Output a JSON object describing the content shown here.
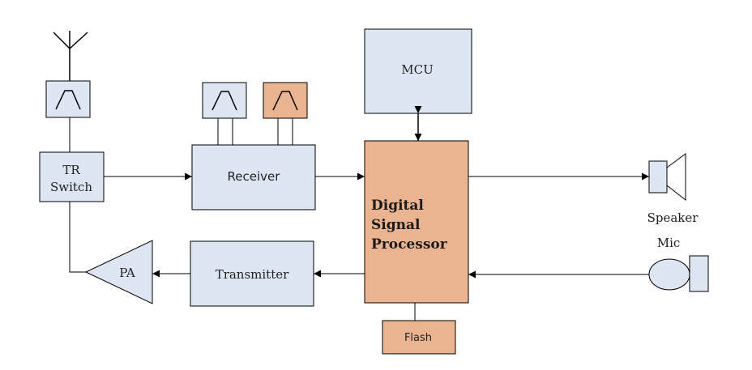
{
  "blocks": {
    "tr_switch": {
      "line1": "TR",
      "line2": "Switch"
    },
    "receiver": "Receiver",
    "transmitter": "Transmitter",
    "pa": "PA",
    "mcu": "MCU",
    "dsp": {
      "line1": "Digital",
      "line2": "Signal",
      "line3": "Processor"
    },
    "flash": "Flash"
  },
  "peripherals": {
    "speaker": "Speaker",
    "mic": "Mic"
  },
  "colors": {
    "block_fill": "#dde6f2",
    "accent_fill": "#e9b48f",
    "line": "#000000"
  }
}
